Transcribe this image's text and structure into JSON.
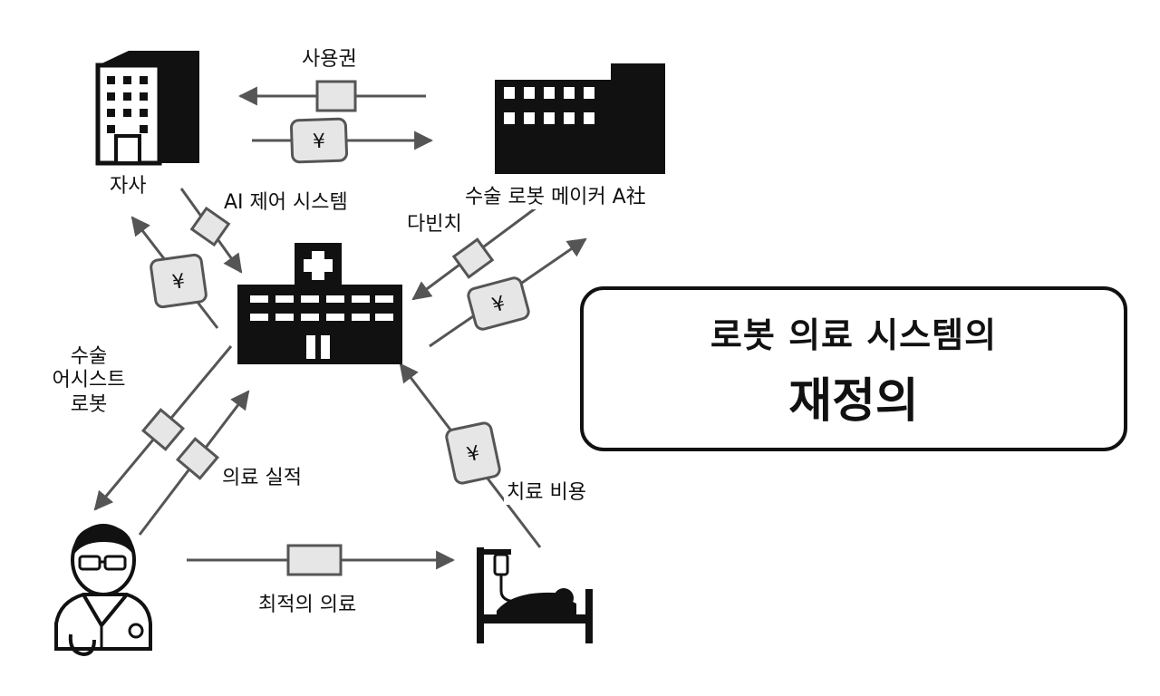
{
  "title": {
    "line1": "로봇 의료 시스템의",
    "line2": "재정의"
  },
  "labels": {
    "license": "사용권",
    "own_company": "자사",
    "ai_control": "AI 제어 시스템",
    "surgical_maker": "수술 로봇 메이커 A社",
    "davinci": "다빈치",
    "assist_robot": "수술\n어시스트\n로봇",
    "medical_results": "의료 실적",
    "treatment_cost": "치료 비용",
    "optimal_care": "최적의 의료"
  },
  "symbols": {
    "yen": "¥"
  },
  "icons": [
    "office-building-icon",
    "factory-building-icon",
    "hospital-icon",
    "doctor-icon",
    "patient-bed-icon"
  ],
  "colors": {
    "ink": "#111111",
    "arrow": "#555555",
    "card_fill": "#e6e6e6",
    "card_stroke": "#555555"
  }
}
